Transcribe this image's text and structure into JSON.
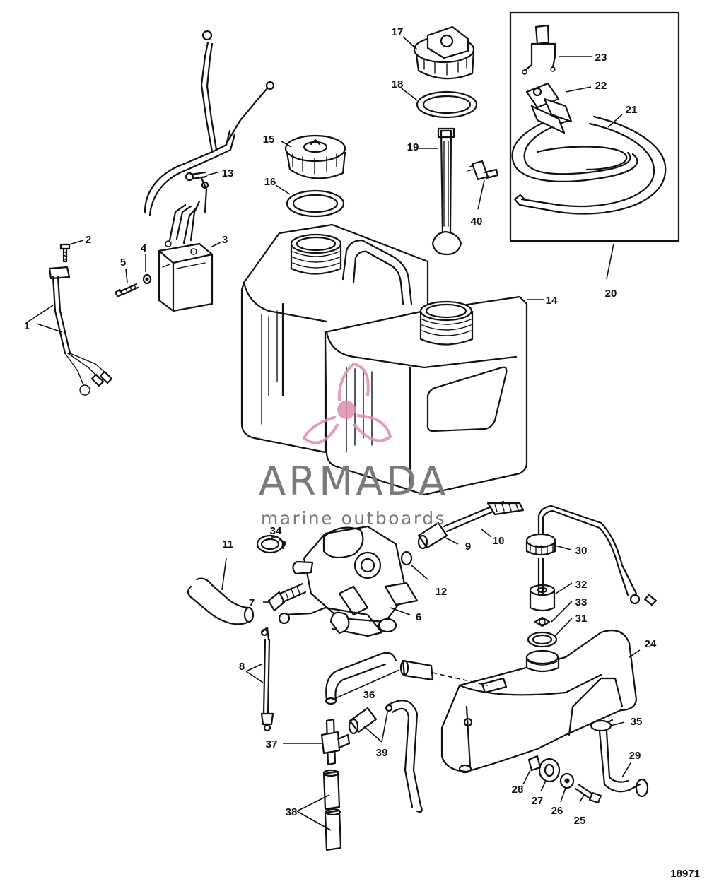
{
  "diagram": {
    "figure_number": "18971",
    "watermark": {
      "brand": "ARMADA",
      "tagline": "marine outboards",
      "accent_color": "#e08cb2",
      "text_color": "#7a7a7a"
    },
    "callouts": [
      "1",
      "2",
      "3",
      "4",
      "5",
      "6",
      "7",
      "8",
      "9",
      "10",
      "11",
      "12",
      "13",
      "14",
      "15",
      "16",
      "17",
      "18",
      "19",
      "20",
      "21",
      "22",
      "23",
      "24",
      "25",
      "26",
      "27",
      "28",
      "29",
      "30",
      "31",
      "32",
      "33",
      "34",
      "35",
      "36",
      "37",
      "38",
      "39",
      "40"
    ]
  }
}
